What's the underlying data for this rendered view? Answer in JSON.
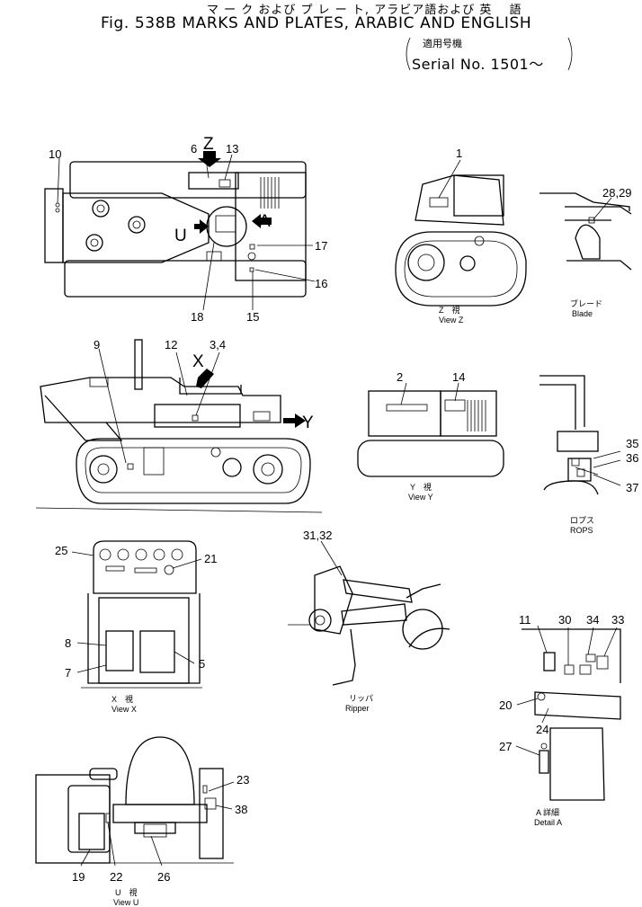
{
  "header": {
    "line1": "マ ー ク および プ レ ー ト, アラビア語および 英　 語",
    "line2": "Fig. 538B MARKS AND PLATES, ARABIC AND ENGLISH",
    "line3": "適用号機",
    "line4": "Serial No. 1501～"
  },
  "callouts": {
    "c1": "1",
    "c2": "2",
    "c3_4": "3,4",
    "c5": "5",
    "c6": "6",
    "c7": "7",
    "c8": "8",
    "c9": "9",
    "c10": "10",
    "c11": "11",
    "c12": "12",
    "c13": "13",
    "c14": "14",
    "c15": "15",
    "c16": "16",
    "c17": "17",
    "c18": "18",
    "c19": "19",
    "c20": "20",
    "c21": "21",
    "c22": "22",
    "c23": "23",
    "c24": "24",
    "c25": "25",
    "c26": "26",
    "c27": "27",
    "c28_29": "28,29",
    "c30": "30",
    "c31_32": "31,32",
    "c33": "33",
    "c34": "34",
    "c35": "35",
    "c36": "36",
    "c37": "37",
    "c38": "38"
  },
  "view_letters": {
    "z": "Z",
    "a": "A",
    "u": "U",
    "x": "X",
    "y": "Y"
  },
  "captions": {
    "view_z_jp": "Z　視",
    "view_z": "View Z",
    "blade_jp": "ブレード",
    "blade": "Blade",
    "view_y_jp": "Y　視",
    "view_y": "View Y",
    "rops_jp": "ロプス",
    "rops": "ROPS",
    "view_x_jp": "X　視",
    "view_x": "View X",
    "ripper_jp": "リッパ",
    "ripper": "Ripper",
    "detail_a_jp": "A 詳細",
    "detail_a": "Detail A",
    "view_u_jp": "U　視",
    "view_u": "View U"
  }
}
